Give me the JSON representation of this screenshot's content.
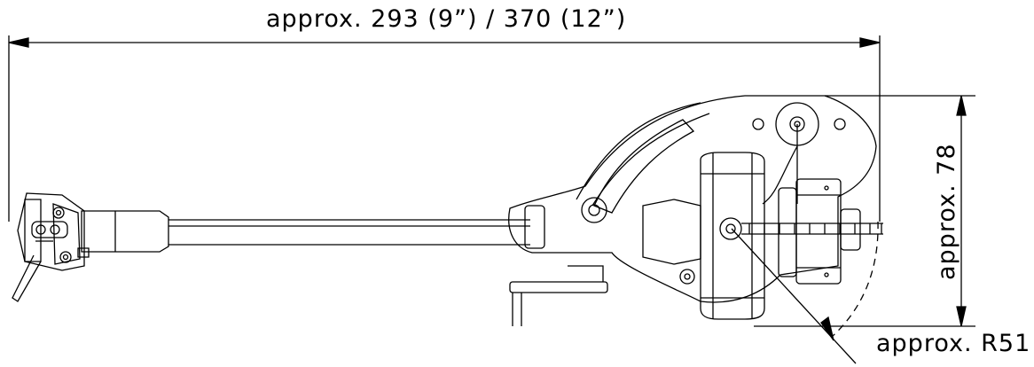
{
  "dimensions": {
    "overall_length": "approx. 293 (9”) / 370 (12”)",
    "height": "approx. 78",
    "radius": "approx. R51"
  },
  "colors": {
    "line": "#000000",
    "background": "#ffffff"
  }
}
